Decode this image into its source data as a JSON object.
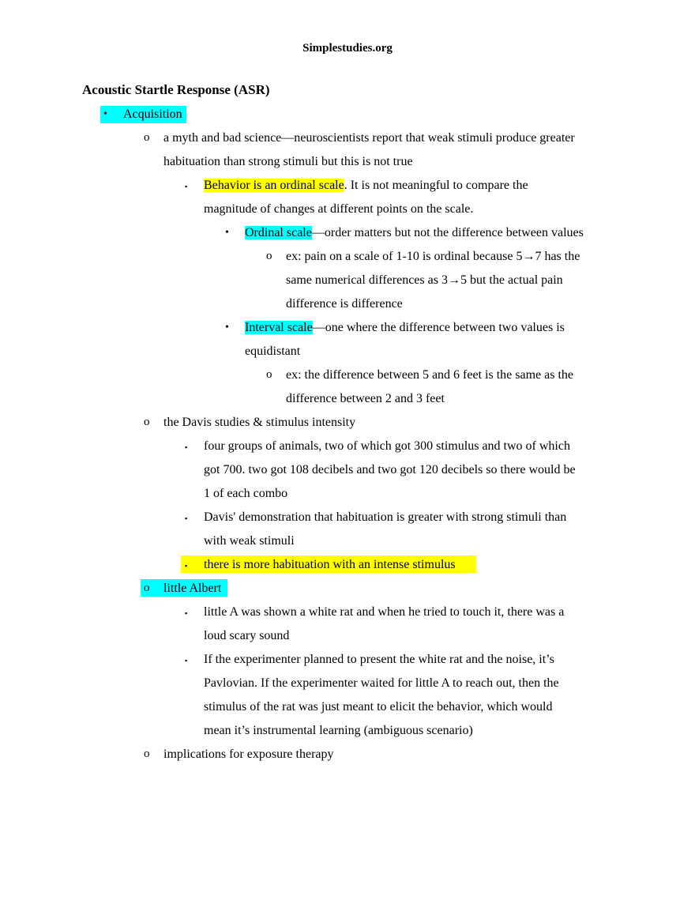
{
  "header": "Simplestudies.org",
  "title": "Acoustic Startle Response (ASR)",
  "bullets": {
    "disc": "•",
    "circle": "o",
    "square": "▪"
  },
  "items": {
    "acquisition": "Acquisition",
    "myth_1": "a myth and bad science—neuroscientists report that weak stimuli produce greater",
    "myth_2": "habituation than strong stimuli but this is not true",
    "ordinal_hl": "Behavior is an ordinal scale",
    "ordinal_rest_1": ". It is not meaningful to compare the",
    "ordinal_rest_2": "magnitude of changes at different points on the scale.",
    "ordinal_scale_hl": "Ordinal scale",
    "ordinal_scale_rest": "—order matters but not the difference between values",
    "ordinal_ex_1": "ex: pain on a scale of 1-10 is ordinal because 5→7 has the",
    "ordinal_ex_2": "same numerical differences as 3→5 but the actual pain",
    "ordinal_ex_3": "difference is difference",
    "interval_scale_hl": "Interval scale",
    "interval_scale_rest": "—one where the difference between two values is",
    "interval_scale_2": "equidistant",
    "interval_ex_1": "ex: the difference between 5 and 6 feet is the same as the",
    "interval_ex_2": "difference between 2 and 3 feet",
    "davis": "the Davis studies & stimulus intensity",
    "groups_1": "four groups of animals, two of which got 300 stimulus and two of which",
    "groups_2": "got 700. two got 108 decibels and two got 120 decibels so there would be",
    "groups_3": "1 of each combo",
    "demo_1": "Davis' demonstration that habituation is greater with strong stimuli than",
    "demo_2": "with weak stimuli",
    "intense": "there is more habituation with an intense stimulus",
    "albert": "little Albert",
    "albert_1a": "little A was shown a white rat and when he tried to touch it, there was a",
    "albert_1b": "loud scary sound",
    "albert_2a": "If the experimenter planned to present the white rat and the noise, it’s",
    "albert_2b": "Pavlovian. If the experimenter waited for little A to reach out, then the",
    "albert_2c": "stimulus of the rat was just meant to elicit the behavior, which would",
    "albert_2d": "mean it’s instrumental learning (ambiguous scenario)",
    "exposure": "implications for exposure therapy"
  },
  "colors": {
    "highlight_cyan": "#00ffff",
    "highlight_yellow": "#ffff00"
  }
}
